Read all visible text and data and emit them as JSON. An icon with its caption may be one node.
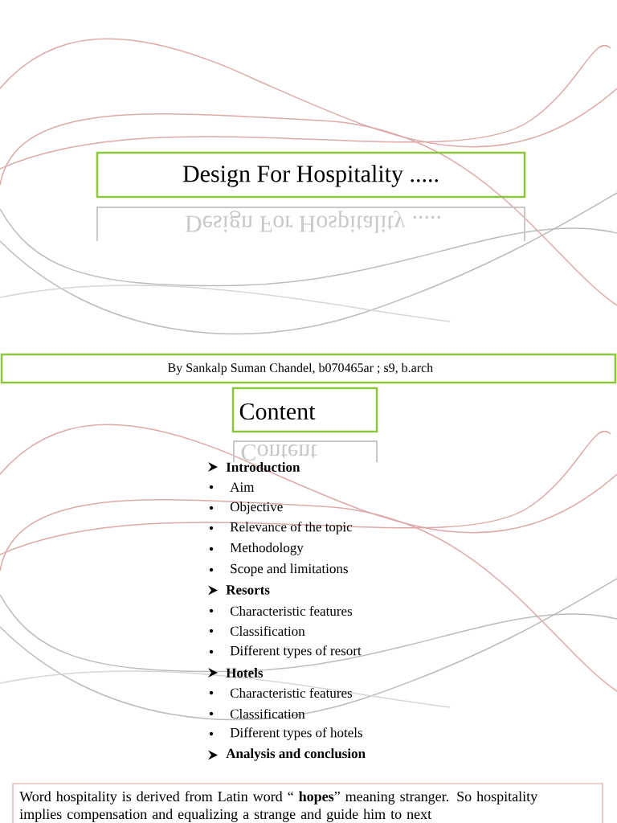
{
  "diagram": {
    "nodes": [
      {
        "text": [
          "Design For Hospitality ....."
        ]
      },
      {
        "text": [
          "By Sankalp Suman Chandel, b070465ar ; s9, b.arch"
        ]
      },
      {
        "text": [
          "Content"
        ]
      },
      {
        "text": [
          "Word hospitality is derived from Latin word “ **hopes**” meaning stranger. So hospitality implies compensation and equalizing a strange and guide him to next"
        ]
      }
    ],
    "labels": [
      "Design For Hospitality .....",
      "Content",
      "Introduction",
      "Aim",
      "Objective",
      "Relevance of the topic",
      "Methodology",
      "Scope and limitations",
      "Resorts",
      "Characteristic features",
      "Classification",
      "Different types of resort",
      "Hotels",
      "Characteristic features",
      "Classification",
      "Different types of hotels",
      "Analysis and conclusion"
    ]
  }
}
